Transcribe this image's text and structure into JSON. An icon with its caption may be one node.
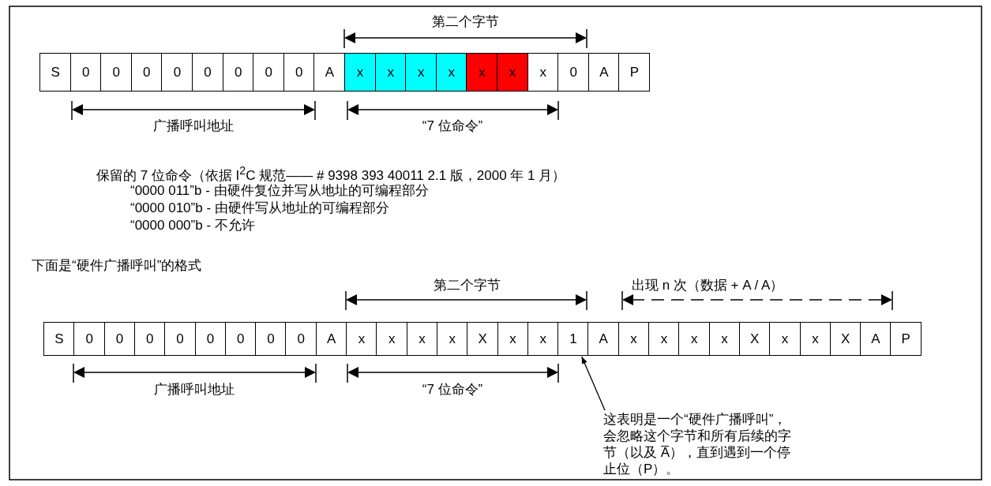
{
  "diagram": {
    "nodes": [
      {
        "text": [
          "S"
        ]
      },
      {
        "text": [
          "0"
        ]
      },
      {
        "text": [
          "0"
        ]
      },
      {
        "text": [
          "0"
        ]
      },
      {
        "text": [
          "0"
        ]
      },
      {
        "text": [
          "0"
        ]
      },
      {
        "text": [
          "0"
        ]
      },
      {
        "text": [
          "0"
        ]
      },
      {
        "text": [
          "0"
        ]
      },
      {
        "text": [
          "A"
        ]
      },
      {
        "text": [
          "x"
        ]
      },
      {
        "text": [
          "x"
        ]
      },
      {
        "text": [
          "x"
        ]
      },
      {
        "text": [
          "x"
        ]
      },
      {
        "text": [
          "x"
        ]
      },
      {
        "text": [
          "x"
        ]
      },
      {
        "text": [
          "x"
        ]
      },
      {
        "text": [
          "0"
        ]
      },
      {
        "text": [
          "A"
        ]
      },
      {
        "text": [
          "P"
        ]
      },
      {
        "text": [
          "S"
        ]
      },
      {
        "text": [
          "0"
        ]
      },
      {
        "text": [
          "0"
        ]
      },
      {
        "text": [
          "0"
        ]
      },
      {
        "text": [
          "0"
        ]
      },
      {
        "text": [
          "0"
        ]
      },
      {
        "text": [
          "0"
        ]
      },
      {
        "text": [
          "0"
        ]
      },
      {
        "text": [
          "0"
        ]
      },
      {
        "text": [
          "A"
        ]
      },
      {
        "text": [
          "x"
        ]
      },
      {
        "text": [
          "x"
        ]
      },
      {
        "text": [
          "x"
        ]
      },
      {
        "text": [
          "x"
        ]
      },
      {
        "text": [
          "X"
        ]
      },
      {
        "text": [
          "x"
        ]
      },
      {
        "text": [
          "x"
        ]
      },
      {
        "text": [
          "1"
        ]
      },
      {
        "text": [
          "A"
        ]
      },
      {
        "text": [
          "x"
        ]
      },
      {
        "text": [
          "x"
        ]
      },
      {
        "text": [
          "x"
        ]
      },
      {
        "text": [
          "x"
        ]
      },
      {
        "text": [
          "X"
        ]
      },
      {
        "text": [
          "x"
        ]
      },
      {
        "text": [
          "x"
        ]
      },
      {
        "text": [
          "X"
        ]
      },
      {
        "text": [
          "A"
        ]
      },
      {
        "text": [
          "P"
        ]
      },
      {
        "text": [
          "这表明是一个“硬件广播呼叫”，会忽略这个字节和所有后续的字节（以及 A̅），直到遇到一个停止位（P）。"
        ]
      }
    ],
    "edges": [
      {
        "from": 49,
        "to": 37,
        "arrow": "to"
      }
    ],
    "labels": [
      "第二个字节",
      "广播呼叫地址",
      "“7 位命令”",
      "保留的 7 位命令（依据 I$^{2}$C 规范—— # 9398 393 40011 2.1 版，2000 年 1 月）",
      "“0000 011”b - 由硬件复位并写从地址的可编程部分",
      "“0000 010”b - 由硬件写从地址的可编程部分",
      "“0000 000”b - 不允许",
      "下面是“硬件广播呼叫”的格式",
      "第二个字节",
      "出现 n 次（数据 + A / A）",
      "广播呼叫地址",
      "“7 位命令”"
    ]
  }
}
